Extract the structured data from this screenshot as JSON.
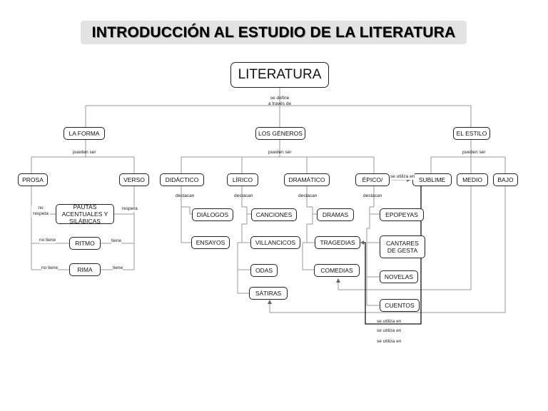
{
  "title": "INTRODUCCIÓN AL ESTUDIO DE LA LITERATURA",
  "nodes": {
    "literatura": "LITERATURA",
    "la_forma": "LA FORMA",
    "los_generos": "LOS GÉNEROS",
    "el_estilo": "EL ESTILO",
    "prosa": "PROSA",
    "verso": "VERSO",
    "pautas": "PAUTAS ACENTUALES Y SILÁBICAS",
    "ritmo": "RITMO",
    "rima": "RIMA",
    "didactico": "DIDÁCTICO",
    "lirico": "LÍRICO",
    "dramatico": "DRAMÁTICO",
    "epico": "ÉPICO/",
    "sublime": "SUBLIME",
    "medio": "MEDIO",
    "bajo": "BAJO",
    "dialogos": "DIÁLOGOS",
    "ensayos": "ENSAYOS",
    "canciones": "CANCIONES",
    "villancicos": "VILLANCICOS",
    "odas": "ODAS",
    "satiras": "SÁTIRAS",
    "dramas": "DRAMAS",
    "tragedias": "TRAGEDIAS",
    "comedias": "COMEDIAS",
    "epopeyas": "EPOPEYAS",
    "cantares": "CANTARES DE GESTA",
    "novelas": "NOVELAS",
    "cuentos": "CUENTOS"
  },
  "labels": {
    "se_define": "se define\na través de",
    "pueden_ser_forma": "pueden ser",
    "pueden_ser_generos": "pueden ser",
    "pueden_ser_estilo": "pueden ser",
    "destacan_didactico": "destacan",
    "destacan_lirico": "destacan",
    "destacan_dramatico": "destacan",
    "destacan_epico": "destacan",
    "no_respeta": "no\nrespeta",
    "respeta": "respeta",
    "no_tiene_ritmo": "no tiene",
    "tiene_ritmo": "tiene",
    "no_tiene_rima": "no tiene",
    "tiene_rima": "tiene",
    "se_utiliza_en_top": "se utiliza en",
    "se_utiliza_en_1": "se utiliza en",
    "se_utiliza_en_2": "se utiliza en",
    "se_utiliza_en_3": "se utiliza en"
  }
}
